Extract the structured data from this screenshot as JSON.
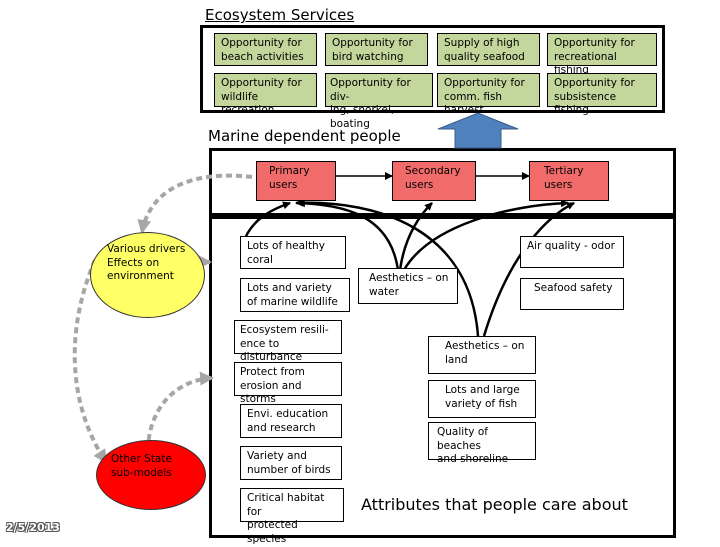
{
  "titles": {
    "ecosystem_services": "Ecosystem Services",
    "marine_people": "Marine dependent people",
    "attributes": "Attributes that people care about"
  },
  "services": [
    [
      "Opportunity for",
      "beach activities"
    ],
    [
      "Opportunity for",
      "bird watching"
    ],
    [
      "Supply of high",
      "quality seafood"
    ],
    [
      "Opportunity for",
      "recreational fishing"
    ],
    [
      "Opportunity for",
      "wildlife recreation"
    ],
    [
      "Opportunity for div-",
      "ing, snorkel, boating"
    ],
    [
      "Opportunity for",
      "comm. fish harvest"
    ],
    [
      "Opportunity for",
      "subsistence fishing"
    ]
  ],
  "users": [
    [
      "Primary",
      "users"
    ],
    [
      "Secondary",
      "users"
    ],
    [
      "Tertiary",
      "users"
    ]
  ],
  "drivers": [
    "Various drivers",
    "Effects on",
    "environment"
  ],
  "other_models": [
    "Other State",
    "sub-models"
  ],
  "attributes_left": [
    [
      "Lots of healthy",
      "coral"
    ],
    [
      "Lots and variety",
      "of marine wildlife"
    ],
    [
      "Ecosystem resili-",
      "ence to disturbance"
    ],
    [
      "Protect from",
      "erosion and storms"
    ],
    [
      "Envi. education",
      "and research"
    ],
    [
      "Variety and",
      "number of birds"
    ],
    [
      "Critical habitat for",
      "protected species"
    ]
  ],
  "attributes_right": {
    "air": "Air quality - odor",
    "seafood_safety": "Seafood safety",
    "aesthetics_water": [
      "Aesthetics – on",
      "water"
    ],
    "aesthetics_land": [
      "Aesthetics – on",
      "land"
    ],
    "fish": [
      "Lots and large",
      "variety of fish"
    ],
    "beaches": [
      "Quality of beaches",
      "and shoreline"
    ]
  },
  "date": "2/5/2013",
  "colors": {
    "service_fill": "#c3d69b",
    "user_fill": "#f26b6b",
    "oval_fill": "#ffff66",
    "arrow_fill": "#4f81bd",
    "curve_gray": "#a6a6a6"
  }
}
